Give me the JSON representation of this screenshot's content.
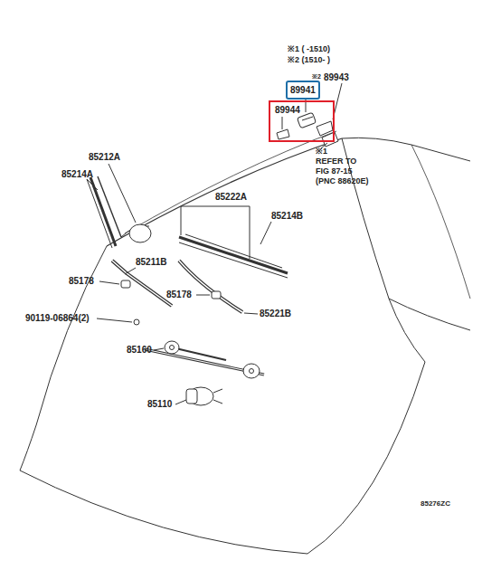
{
  "diagram": {
    "nodes": [
      {
        "text": [
          "89941"
        ]
      },
      {
        "text": [
          "89944"
        ]
      }
    ],
    "labels": [
      "※1 (   -1510)",
      "※2 (1510-   )",
      "※2",
      "89943",
      "※1",
      "REFER TO",
      "FIG 87-15",
      "(PNC 88620E)",
      "85212A",
      "85214A",
      "85222A",
      "85214B",
      "85211B",
      "85178",
      "85178",
      "90119-06864(2)",
      "85221B",
      "85160",
      "85110",
      "85276ZC"
    ]
  }
}
